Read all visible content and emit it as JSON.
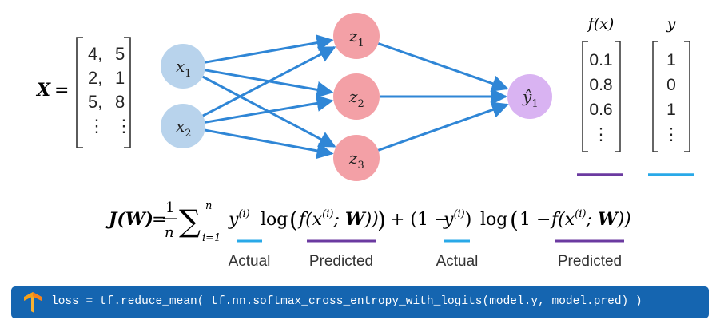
{
  "matrix_x": {
    "label": "X",
    "equals": "=",
    "rows": [
      [
        "4,",
        "5"
      ],
      [
        "2,",
        "1"
      ],
      [
        "5,",
        "8"
      ],
      [
        "⋮",
        "⋮"
      ]
    ]
  },
  "network": {
    "inputs": [
      {
        "base": "x",
        "sub": "1"
      },
      {
        "base": "x",
        "sub": "2"
      }
    ],
    "hidden": [
      {
        "base": "z",
        "sub": "1"
      },
      {
        "base": "z",
        "sub": "2"
      },
      {
        "base": "z",
        "sub": "3"
      }
    ],
    "output": {
      "base": "ŷ",
      "sub": "1"
    },
    "colors": {
      "input": "#b8d3ec",
      "hidden": "#f3a0a6",
      "output": "#d9b3f2",
      "edge": "#2f86d6"
    }
  },
  "prediction_vector": {
    "header": "f(x)",
    "values": [
      "0.1",
      "0.8",
      "0.6",
      "⋮"
    ],
    "underline_color": "#6b3aa0"
  },
  "label_vector": {
    "header": "y",
    "values": [
      "1",
      "0",
      "1",
      "⋮"
    ],
    "underline_color": "#29a9e8"
  },
  "loss_formula": {
    "lhs": "J(W)",
    "frac_num": "1",
    "frac_den": "n",
    "sum_top": "n",
    "sum_bottom": "i=1",
    "annotations": [
      "Actual",
      "Predicted",
      "Actual",
      "Predicted"
    ],
    "actual_color": "#29a9e8",
    "predicted_color": "#6b3aa0"
  },
  "code": {
    "text": "loss = tf.reduce_mean( tf.nn.softmax_cross_entropy_with_logits(model.y, model.pred) )",
    "icon": "tensorflow-icon",
    "bg_color": "#1565b0"
  }
}
